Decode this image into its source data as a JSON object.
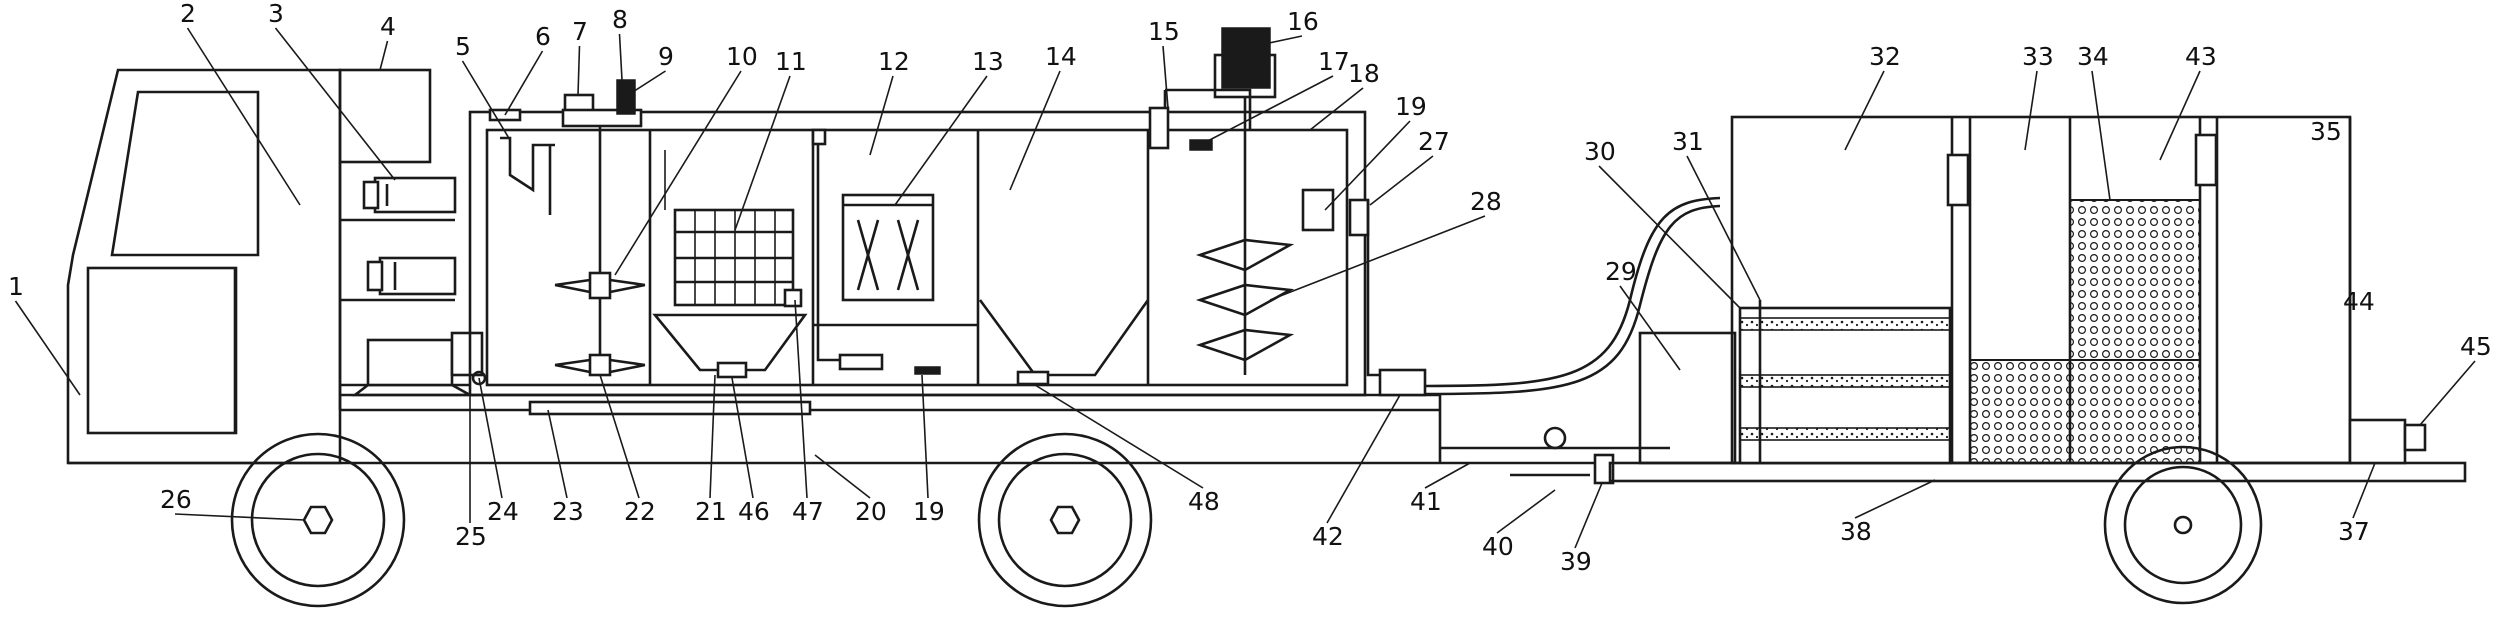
{
  "diagram": {
    "labels": [
      "1",
      "2",
      "3",
      "4",
      "5",
      "6",
      "7",
      "8",
      "9",
      "10",
      "11",
      "12",
      "13",
      "14",
      "15",
      "16",
      "17",
      "18",
      "19",
      "27",
      "28",
      "29",
      "30",
      "31",
      "32",
      "33",
      "34",
      "43",
      "35",
      "44",
      "45",
      "26",
      "25",
      "24",
      "23",
      "22",
      "21",
      "46",
      "47",
      "20",
      "19b",
      "48",
      "42",
      "41",
      "40",
      "39",
      "38",
      "37"
    ],
    "colors": {
      "ink": "#1a1a1a",
      "paper": "#ffffff"
    }
  }
}
